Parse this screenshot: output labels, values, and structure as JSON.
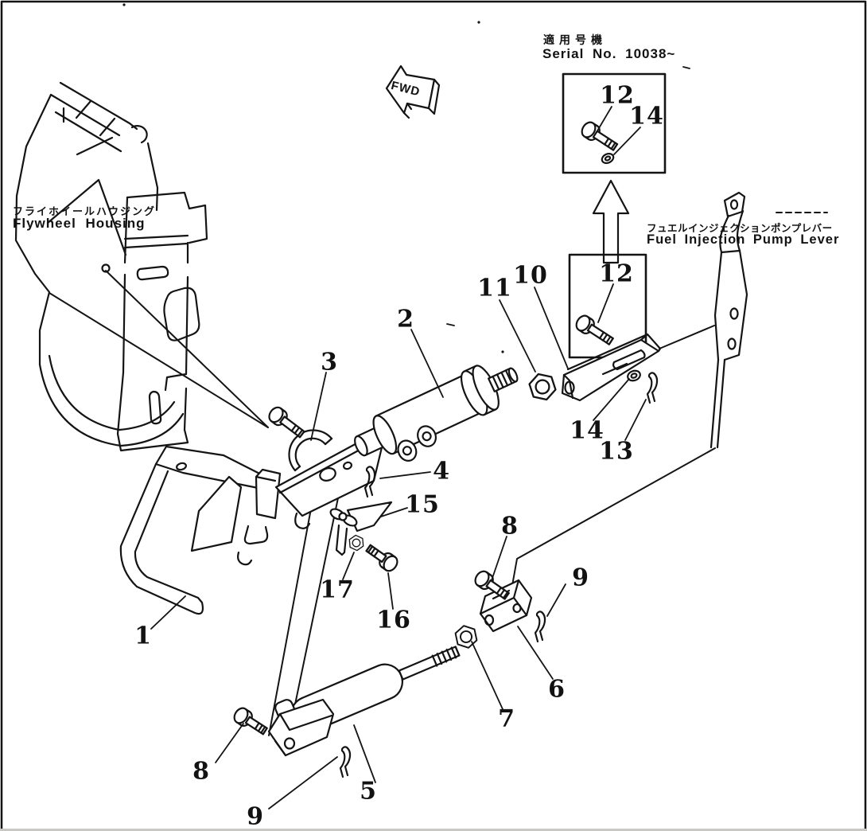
{
  "page": {
    "background": "#ffffff",
    "ink": "#141414",
    "border_bottom": "#c9c9c1"
  },
  "captions": {
    "serial_jp": "適用号機",
    "serial_en": "Serial No. 10038~",
    "fwd": "FWD",
    "flywheel_jp": "フライホイールハウジング",
    "flywheel_en": "Flywheel Housing",
    "fuel_pump_jp": "フュエルインジェクションポンプレバー",
    "fuel_pump_en": "Fuel Injection Pump Lever"
  },
  "part_labels": [
    {
      "text": "1"
    },
    {
      "text": "2"
    },
    {
      "text": "3"
    },
    {
      "text": "4"
    },
    {
      "text": "5"
    },
    {
      "text": "6"
    },
    {
      "text": "7"
    },
    {
      "text": "8"
    },
    {
      "text": "8"
    },
    {
      "text": "9"
    },
    {
      "text": "9"
    },
    {
      "text": "10"
    },
    {
      "text": "11"
    },
    {
      "text": "12"
    },
    {
      "text": "12"
    },
    {
      "text": "13"
    },
    {
      "text": "14"
    },
    {
      "text": "14"
    },
    {
      "text": "15"
    },
    {
      "text": "16"
    },
    {
      "text": "17"
    }
  ]
}
